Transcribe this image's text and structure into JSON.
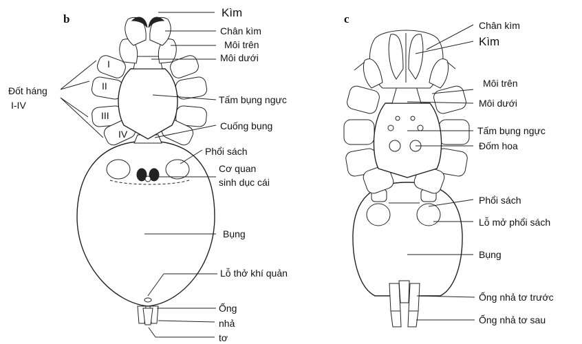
{
  "panels": {
    "b": {
      "letter": "b",
      "labels": {
        "kim": "Kìm",
        "chan_kim": "Chân kìm",
        "moi_tren": "Môi trên",
        "moi_duoi": "Môi dưới",
        "dot_hang": "Đốt háng",
        "dot_hang_range": "I-IV",
        "tam_bung_nguc": "Tấm bụng ngực",
        "cuong_bung": "Cuống bụng",
        "phoi_sach": "Phổi sách",
        "co_quan_1": "Cơ quan",
        "co_quan_2": "sinh dục cái",
        "bung": "Bụng",
        "lo_tho": "Lỗ thở khí quản",
        "ong": "Ống",
        "nha": "nhả",
        "to": "tơ"
      },
      "coxa_numerals": [
        "I",
        "II",
        "III",
        "IV"
      ]
    },
    "c": {
      "letter": "c",
      "labels": {
        "chan_kim": "Chân kìm",
        "kim": "Kìm",
        "moi_tren": "Môi trên",
        "moi_duoi": "Môi dưới",
        "tam_bung_nguc": "Tấm bụng ngực",
        "dom_hoa": "Đốm hoa",
        "phoi_sach": "Phổi sách",
        "lo_mo_phoi_sach": "Lỗ mở phổi sách",
        "bung": "Bụng",
        "ong_truoc": "Ống nhả tơ trước",
        "ong_sau": "Ống nhả tơ sau"
      }
    }
  }
}
